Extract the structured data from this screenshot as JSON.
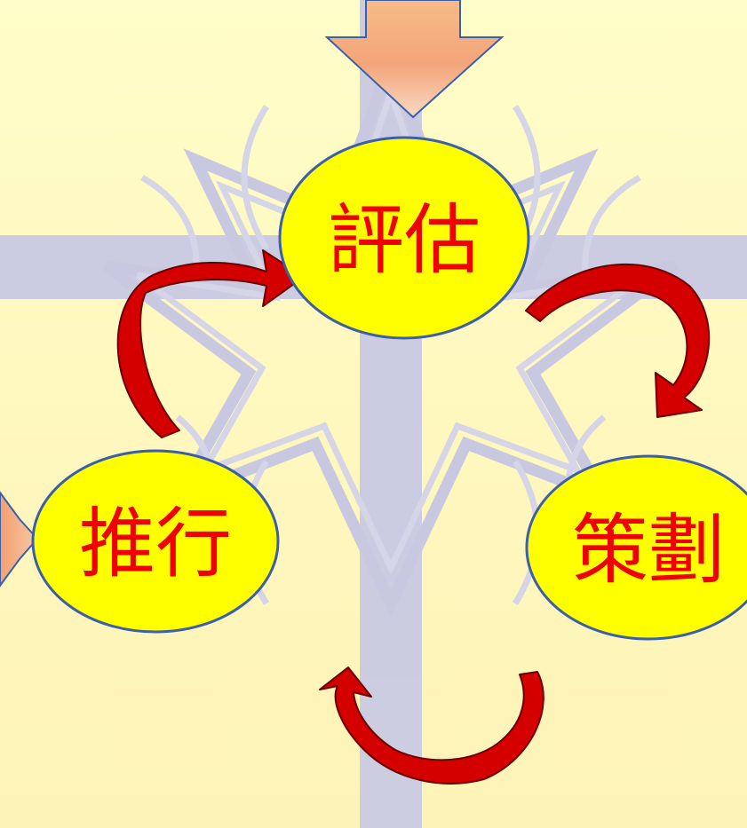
{
  "nodes": {
    "evaluate": "評估",
    "implement": "推行",
    "plan": "策劃"
  },
  "colors": {
    "background": "#fff8bf",
    "node_fill": "#ffff00",
    "node_stroke": "#3b5fa8",
    "node_text": "#f00000",
    "cycle_arrow": "#d40000",
    "input_arrow": "#f3aa7d",
    "watermark": "#c8c9e4"
  },
  "icons": {
    "watermark": "cross-star-emblem-icon",
    "cycle_arrows": "curved-arrow-icon",
    "input_arrows": "block-arrow-icon"
  }
}
